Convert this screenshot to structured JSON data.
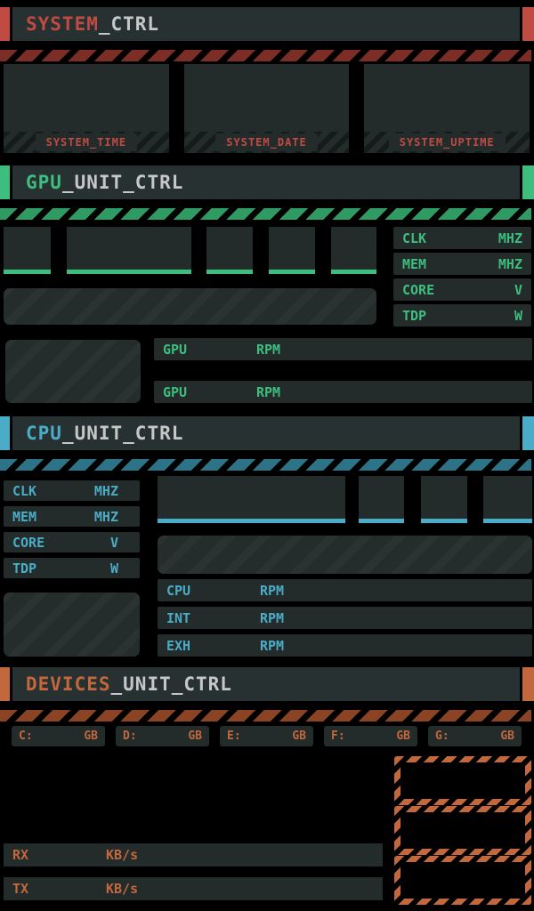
{
  "colors": {
    "red": "#c04b42",
    "red_dark": "#7b2d26",
    "green": "#3dbd7e",
    "green_dark": "#2f9a62",
    "cyan": "#4aacc6",
    "cyan_dark": "#2d7387",
    "orange": "#c2683c",
    "orange_dark": "#8a4423",
    "panel": "#232b2b",
    "text": "#c6c8c8"
  },
  "system": {
    "title_accent": "SYSTEM",
    "title_rest": "_CTRL",
    "panels": [
      {
        "label": "SYSTEM_TIME"
      },
      {
        "label": "SYSTEM_DATE"
      },
      {
        "label": "SYSTEM_UPTIME"
      }
    ]
  },
  "gpu": {
    "title_accent": "GPU",
    "title_rest": "_UNIT_CTRL",
    "stats": [
      {
        "label": "CLK",
        "unit": "MHZ"
      },
      {
        "label": "MEM",
        "unit": "MHZ"
      },
      {
        "label": "CORE",
        "unit": "V"
      },
      {
        "label": "TDP",
        "unit": "W"
      }
    ],
    "fans": [
      {
        "label": "GPU",
        "unit": "RPM",
        "bar_pct": 0
      },
      {
        "label": "GPU",
        "unit": "RPM",
        "bar_pct": 98
      }
    ]
  },
  "cpu": {
    "title_accent": "CPU",
    "title_rest": "_UNIT_CTRL",
    "stats": [
      {
        "label": "CLK",
        "unit": "MHZ"
      },
      {
        "label": "MEM",
        "unit": "MHZ"
      },
      {
        "label": "CORE",
        "unit": "V"
      },
      {
        "label": "TDP",
        "unit": "W"
      }
    ],
    "fans": [
      {
        "label": "CPU",
        "unit": "RPM"
      },
      {
        "label": "INT",
        "unit": "RPM"
      },
      {
        "label": "EXH",
        "unit": "RPM"
      }
    ]
  },
  "devices": {
    "title_accent": "DEVICES",
    "title_rest": "_UNIT_CTRL",
    "drives": [
      {
        "label": "C:",
        "unit": "GB"
      },
      {
        "label": "D:",
        "unit": "GB"
      },
      {
        "label": "E:",
        "unit": "GB"
      },
      {
        "label": "F:",
        "unit": "GB"
      },
      {
        "label": "G:",
        "unit": "GB"
      }
    ],
    "network": [
      {
        "label": "RX",
        "unit": "KB/s"
      },
      {
        "label": "TX",
        "unit": "KB/s"
      }
    ]
  }
}
